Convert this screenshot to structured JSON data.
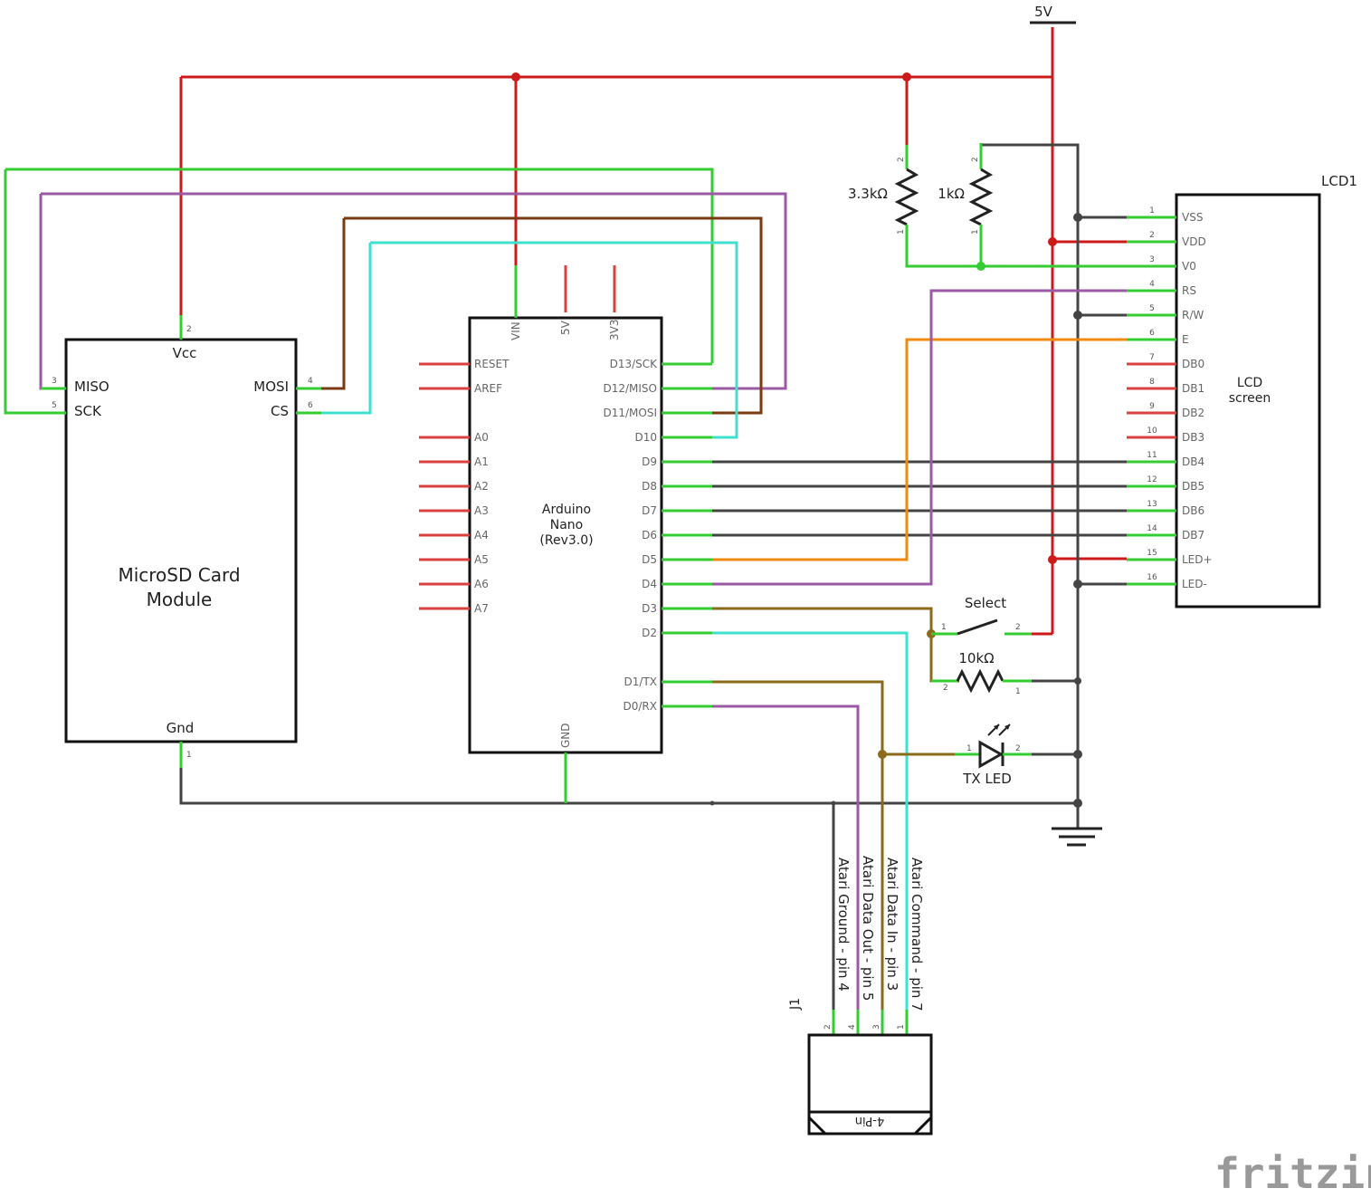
{
  "colors": {
    "red": "#cc1a1a",
    "green": "#33cc33",
    "purple": "#9b59a6",
    "brown": "#7a3a12",
    "cyan": "#40e0d0",
    "orange": "#f08a10",
    "olive": "#8b6a1a",
    "dark": "#444444",
    "pinred": "#d94040"
  },
  "power": {
    "label": "5V"
  },
  "microsd": {
    "title_line1": "MicroSD Card",
    "title_line2": "Module",
    "pins": {
      "vcc": "Vcc",
      "vcc_num": "2",
      "miso": "MISO",
      "miso_num": "3",
      "sck": "SCK",
      "sck_num": "5",
      "mosi": "MOSI",
      "mosi_num": "4",
      "cs": "CS",
      "cs_num": "6",
      "gnd": "Gnd",
      "gnd_num": "1"
    }
  },
  "arduino": {
    "title_line1": "Arduino",
    "title_line2": "Nano",
    "title_line3": "(Rev3.0)",
    "top_pins": [
      "VIN",
      "5V",
      "3V3"
    ],
    "bottom_pin": "GND",
    "left_pins": [
      "RESET",
      "AREF",
      "A0",
      "A1",
      "A2",
      "A3",
      "A4",
      "A5",
      "A6",
      "A7"
    ],
    "right_pins": [
      "D13/SCK",
      "D12/MISO",
      "D11/MOSI",
      "D10",
      "D9",
      "D8",
      "D7",
      "D6",
      "D5",
      "D4",
      "D3",
      "D2",
      "D1/TX",
      "D0/RX"
    ]
  },
  "lcd": {
    "ref": "LCD1",
    "title_line1": "LCD",
    "title_line2": "screen",
    "pins": [
      "VSS",
      "VDD",
      "V0",
      "RS",
      "R/W",
      "E",
      "DB0",
      "DB1",
      "DB2",
      "DB3",
      "DB4",
      "DB5",
      "DB6",
      "DB7",
      "LED+",
      "LED-"
    ],
    "pin_numbers": [
      "1",
      "2",
      "3",
      "4",
      "5",
      "6",
      "7",
      "8",
      "9",
      "10",
      "11",
      "12",
      "13",
      "14",
      "15",
      "16"
    ]
  },
  "resistors": {
    "r1": "3.3kΩ",
    "r2": "1kΩ",
    "r3": "10kΩ",
    "pin1": "1",
    "pin2": "2"
  },
  "switch": {
    "label": "Select",
    "pin1": "1",
    "pin2": "2"
  },
  "led": {
    "label": "TX LED",
    "pin1": "1",
    "pin2": "2"
  },
  "connector": {
    "ref": "J1",
    "body_label": "4-Pin",
    "pin_numbers": [
      "2",
      "4",
      "3",
      "1"
    ],
    "wire_labels": [
      "Atari Ground - pin 4",
      "Atari Data Out - pin 5",
      "Atari Data In - pin 3",
      "Atari Command - pin 7"
    ]
  },
  "watermark": "fritzing"
}
